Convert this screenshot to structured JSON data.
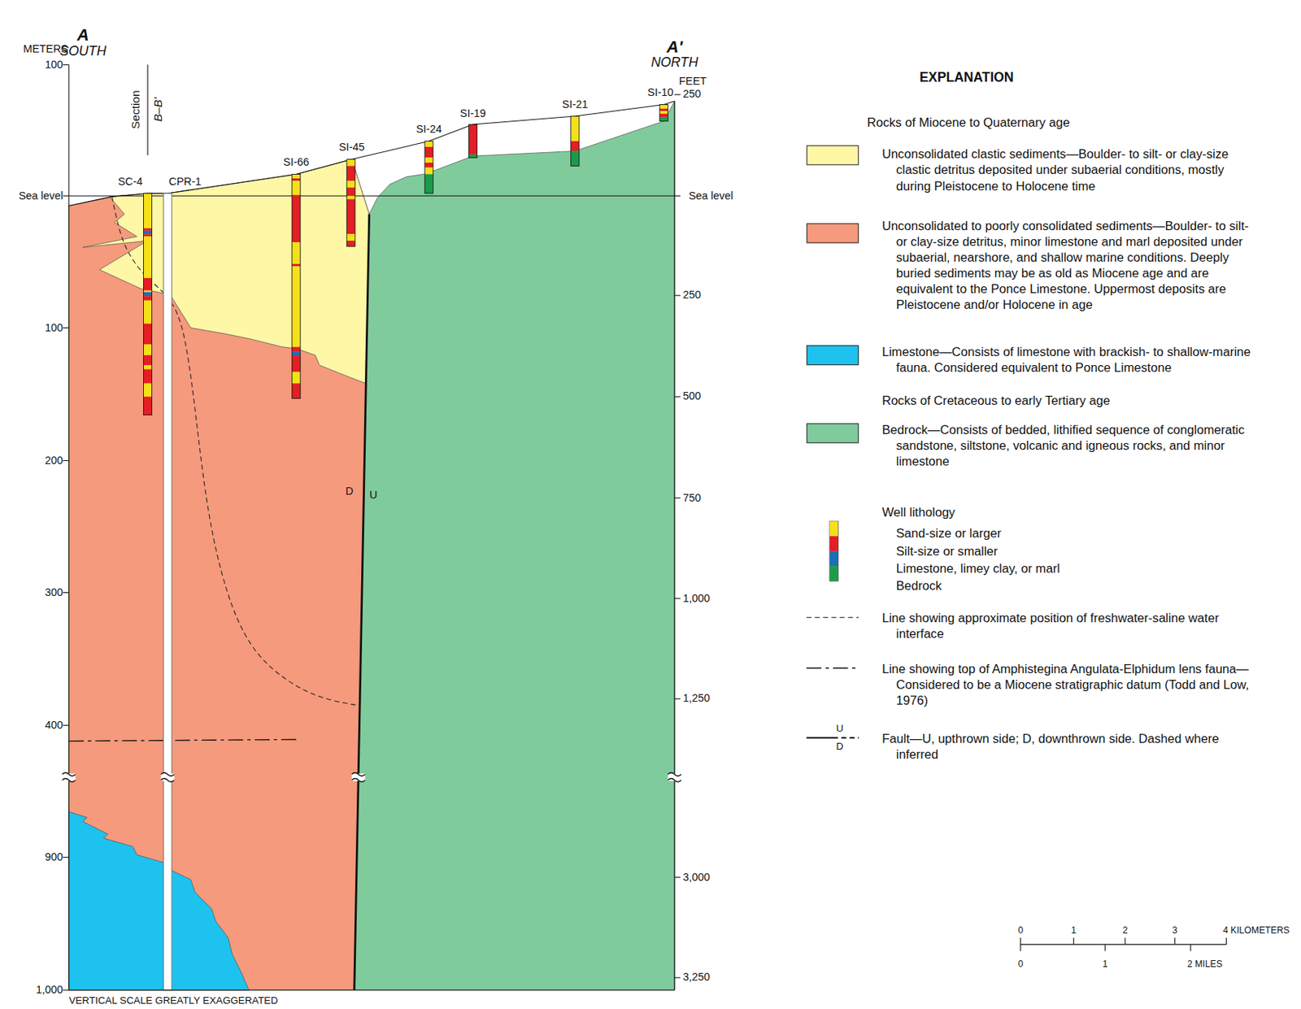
{
  "diagram": {
    "labels": [
      "A",
      "SOUTH",
      "A'",
      "NORTH",
      "METERS",
      "FEET",
      "100",
      "Sea level",
      "100",
      "200",
      "300",
      "400",
      "900",
      "1,000",
      "250",
      "Sea level",
      "250",
      "500",
      "750",
      "1,000",
      "1,250",
      "3,000",
      "3,250",
      "Section",
      "B–B'",
      "SC-4",
      "CPR-1",
      "SI-66",
      "SI-45",
      "SI-24",
      "SI-19",
      "SI-21",
      "SI-10",
      "D",
      "U",
      "VERTICAL SCALE GREATLY EXAGGERATED",
      "0",
      "1",
      "2",
      "3",
      "4 KILOMETERS",
      "0",
      "1",
      "2 MILES",
      "EXPLANATION",
      "Rocks of Miocene to Quaternary age",
      "Rocks of Cretaceous to early Tertiary age",
      "Well lithology",
      "U",
      "D"
    ],
    "legend": [
      {
        "text": "Unconsolidated clastic sediments—Boulder- to silt- or clay-size clastic detritus deposited under subaerial conditions, mostly during Pleistocene to Holocene time",
        "color": "#fdf7a6"
      },
      {
        "text": "Unconsolidated to poorly consolidated sediments—Boulder- to silt- or clay-size detritus, minor limestone and marl deposited under subaerial, nearshore, and shallow marine conditions. Deeply buried sediments may be as old as Miocene age and are equivalent to the Ponce Limestone. Uppermost deposits are Pleistocene and/or Holocene in age",
        "color": "#f59a7c"
      },
      {
        "text": "Limestone—Consists of limestone with brackish- to shallow-marine fauna. Considered equivalent to Ponce Limestone",
        "color": "#1dc3ee"
      },
      {
        "text": "Bedrock—Consists of bedded, lithified sequence of conglomeratic sandstone, siltstone, volcanic and igneous rocks, and minor limestone",
        "color": "#80cb9c"
      },
      {
        "text": "Sand-size or larger",
        "color": "#f5e11a"
      },
      {
        "text": "Silt-size or smaller",
        "color": "#e31e24"
      },
      {
        "text": "Limestone, limey clay, or marl",
        "color": "#1f6db5"
      },
      {
        "text": "Bedrock",
        "color": "#1b9b4a"
      },
      {
        "text": "Line showing approximate position of freshwater-saline water interface"
      },
      {
        "text": "Line showing top of Amphistegina Angulata-Elphidum lens fauna—Considered to be a Miocene stratigraphic datum (Todd and Low, 1976)"
      },
      {
        "text": "Fault—U, upthrown side; D, downthrown side. Dashed where inferred"
      }
    ]
  }
}
